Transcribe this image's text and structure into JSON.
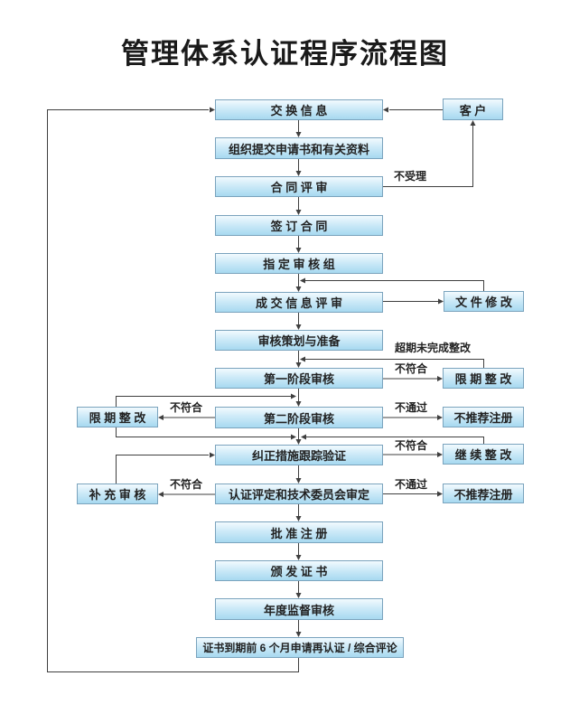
{
  "title": "管理体系认证程序流程图",
  "colors": {
    "box_border": "#7aa3bd",
    "box_fill_top": "#f2fafe",
    "box_fill_bottom": "#a7d9f0",
    "connector_line": "#3f3f3f",
    "text": "#222222"
  },
  "nodes": {
    "exchange_info": "交 换 信 息",
    "customer": "客 户",
    "submit_application": "组织提交申请书和有关资料",
    "contract_review": "合 同 评 审",
    "sign_contract": "签 订 合 同",
    "assign_audit_team": "指 定 审 核 组",
    "transaction_info_review": "成 交 信 息 评 审",
    "document_modification": "文 件 修 改",
    "audit_planning": "审核策划与准备",
    "stage1_audit": "第一阶段审核",
    "deadline_rectification_right": "限 期 整 改",
    "stage2_audit": "第二阶段审核",
    "not_recommend_registration_1": "不推荐注册",
    "deadline_rectification_left": "限 期 整 改",
    "corrective_action_verification": "纠正措施跟踪验证",
    "continue_rectification": "继 续 整 改",
    "supplementary_audit": "补 充 审 核",
    "certification_assessment": "认证评定和技术委员会审定",
    "approve_registration": "批 准 注 册",
    "issue_certificate": "颁 发 证 书",
    "annual_supervision_audit": "年度监督审核",
    "recertification": "证书到期前 6 个月申请再认证 / 综合评论"
  },
  "edges": [
    {
      "from": "customer",
      "to": "exchange_info",
      "label": ""
    },
    {
      "from": "exchange_info",
      "to": "submit_application",
      "label": ""
    },
    {
      "from": "submit_application",
      "to": "contract_review",
      "label": ""
    },
    {
      "from": "contract_review",
      "to": "customer",
      "label": "不受理"
    },
    {
      "from": "contract_review",
      "to": "sign_contract",
      "label": ""
    },
    {
      "from": "sign_contract",
      "to": "assign_audit_team",
      "label": ""
    },
    {
      "from": "assign_audit_team",
      "to": "transaction_info_review",
      "label": ""
    },
    {
      "from": "transaction_info_review",
      "to": "document_modification",
      "label": ""
    },
    {
      "from": "document_modification",
      "to": "transaction_info_review",
      "label": ""
    },
    {
      "from": "transaction_info_review",
      "to": "audit_planning",
      "label": ""
    },
    {
      "from": "audit_planning",
      "to": "stage1_audit",
      "label": ""
    },
    {
      "from": "stage1_audit",
      "to": "deadline_rectification_right",
      "label": "不符合"
    },
    {
      "from": "deadline_rectification_right",
      "to": "stage1_audit",
      "label": "超期未完成整改"
    },
    {
      "from": "stage1_audit",
      "to": "stage2_audit",
      "label": ""
    },
    {
      "from": "stage2_audit",
      "to": "not_recommend_registration_1",
      "label": "不通过"
    },
    {
      "from": "stage2_audit",
      "to": "deadline_rectification_left",
      "label": "不符合"
    },
    {
      "from": "deadline_rectification_left",
      "to": "stage2_audit",
      "label": ""
    },
    {
      "from": "deadline_rectification_left",
      "to": "corrective_action_verification",
      "label": ""
    },
    {
      "from": "stage2_audit",
      "to": "corrective_action_verification",
      "label": ""
    },
    {
      "from": "corrective_action_verification",
      "to": "continue_rectification",
      "label": "不符合"
    },
    {
      "from": "continue_rectification",
      "to": "corrective_action_verification",
      "label": ""
    },
    {
      "from": "corrective_action_verification",
      "to": "certification_assessment",
      "label": ""
    },
    {
      "from": "certification_assessment",
      "to": "supplementary_audit",
      "label": "不符合"
    },
    {
      "from": "supplementary_audit",
      "to": "corrective_action_verification",
      "label": ""
    },
    {
      "from": "certification_assessment",
      "to": "not_recommend_registration_2",
      "label": "不通过"
    },
    {
      "from": "certification_assessment",
      "to": "approve_registration",
      "label": ""
    },
    {
      "from": "approve_registration",
      "to": "issue_certificate",
      "label": ""
    },
    {
      "from": "issue_certificate",
      "to": "annual_supervision_audit",
      "label": ""
    },
    {
      "from": "annual_supervision_audit",
      "to": "recertification",
      "label": ""
    },
    {
      "from": "recertification",
      "to": "exchange_info",
      "label": ""
    }
  ]
}
